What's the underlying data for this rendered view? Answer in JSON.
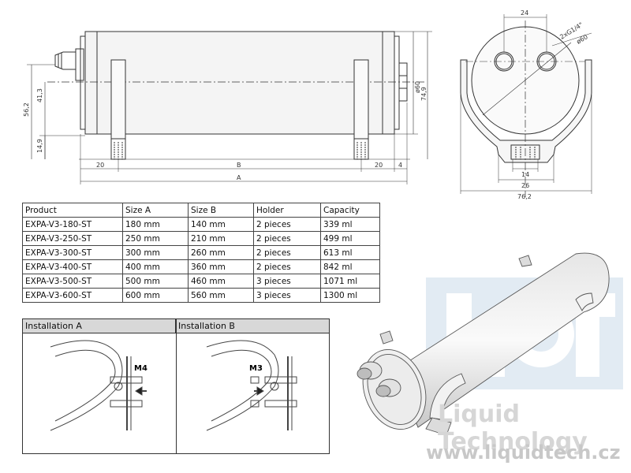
{
  "front_view": {
    "dims": {
      "d56": "56,2",
      "d41": "41,3",
      "d14": "14,9",
      "d20a": "20",
      "dB": "B",
      "d20b": "20",
      "d4": "4",
      "dA": "A",
      "d60": "ø60",
      "d74": "74,9"
    }
  },
  "side_view": {
    "dims": {
      "d24": "24",
      "g14": "2xG1/4\"",
      "d60": "ø60",
      "d14": "14",
      "d26": "26",
      "d76": "76,2"
    }
  },
  "table": {
    "headers": [
      "Product",
      "Size A",
      "Size B",
      "Holder",
      "Capacity"
    ],
    "rows": [
      [
        "EXPA-V3-180-ST",
        "180 mm",
        "140 mm",
        "2 pieces",
        "339 ml"
      ],
      [
        "EXPA-V3-250-ST",
        "250 mm",
        "210 mm",
        "2 pieces",
        "499 ml"
      ],
      [
        "EXPA-V3-300-ST",
        "300 mm",
        "260 mm",
        "2 pieces",
        "613 ml"
      ],
      [
        "EXPA-V3-400-ST",
        "400 mm",
        "360 mm",
        "2 pieces",
        "842 ml"
      ],
      [
        "EXPA-V3-500-ST",
        "500 mm",
        "460 mm",
        "3 pieces",
        "1071 ml"
      ],
      [
        "EXPA-V3-600-ST",
        "600 mm",
        "560 mm",
        "3 pieces",
        "1300 ml"
      ]
    ]
  },
  "installation": {
    "a_title": "Installation A",
    "b_title": "Installation B",
    "a_screw": "M4",
    "b_screw": "M3"
  },
  "watermark": {
    "brand": "Liquid Technology",
    "url": "www.liquidtech.cz"
  },
  "colors": {
    "line": "#333333",
    "header_bg": "#d8d8d8",
    "watermark_blue": "#dfe9f2"
  }
}
